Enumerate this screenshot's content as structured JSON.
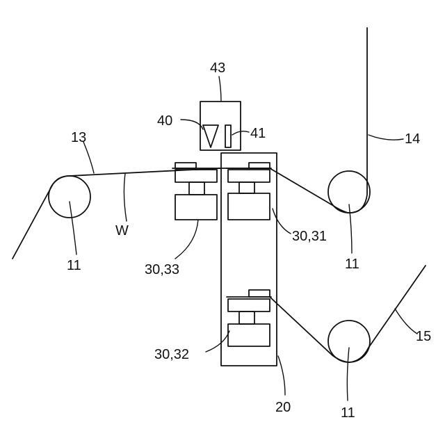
{
  "labels": {
    "roller_left": "11",
    "roller_right_top": "11",
    "roller_right_bottom": "11",
    "web_entry": "13",
    "web_exit_top": "14",
    "web_exit_bottom": "15",
    "frame": "20",
    "unit_31": "30,31",
    "unit_32": "30,32",
    "unit_33": "30,33",
    "sensor_triangle": "40",
    "sensor_bar": "41",
    "sensor_housing": "43",
    "web": "W"
  },
  "colors": {
    "line": "#111111",
    "background": "#ffffff"
  }
}
